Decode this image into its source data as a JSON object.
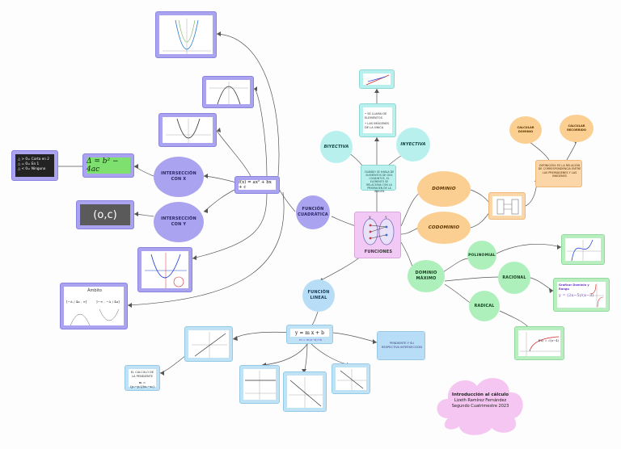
{
  "central": {
    "title": "FUNCIONES"
  },
  "left_branch": {
    "funcion_cuadratica": "FUNCIÓN CUADRÁTICA",
    "quadratic_formula": "f(x) = ax² + bx + c",
    "interseccion_x": "INTERSECCIÓN CON X",
    "interseccion_y": "INTERSECCIÓN CON Y",
    "discriminant": "Δ = b² − 4ac",
    "discriminant_cases": [
      "△ > 0= Corta en 2",
      "△ = 0= En 1",
      "△ < 0= Ninguno"
    ],
    "intercept_point": "(o,c)",
    "ambito_title": "Ámbito",
    "ambito_left": "[−Δ / 4a , ∞[",
    "ambito_right": "]−∞ , −Δ / 4a]"
  },
  "lineal_branch": {
    "funcion_lineal": "FUNCIÓN LINEAL",
    "linear_formula": "y = m x + b",
    "linear_sub": "m = m(x−b)+b",
    "pendiente_note": "PENDIENTE Y SU RESPECTIVA INTERSECCIÓN",
    "slope_title": "EL CALCULO DE LA PENDIENTE",
    "slope_formula": "m = (y₂−y₁)/(x₂−x₁)"
  },
  "top_branch": {
    "biyectiva_box": "CUANDO SE HABLA DE ELEMENTOS DE DOS CONJUNTOS, EL ELEMENTO SE RELACIONA CON LA PREIMAGEN DE LA IMAGEN",
    "concepts_box": [
      "• SE LLAMA DE ELEMENTOS",
      "• LAS IMÁGENES DE LA ÚNICA"
    ],
    "biyectiva": "BIYECTIVA",
    "inyectiva": "INYECTIVA"
  },
  "right_branch": {
    "dominio": "DOMINIO",
    "codominio": "CODOMINIO",
    "definition_box": "DEFINICIÓN: ES LA RELACIÓN DE CORRESPONDENCIA ENTRE LAS PREIMÁGENES Y LAS IMÁGENES",
    "calcular_dominio": "CALCULAR DOMINIO",
    "calcular_recorrido": "CALCULAR RECORRIDO",
    "dominio_maximo": "DOMINIO MÁXIMO",
    "polinomial": "POLINOMIAL",
    "racional": "RACIONAL",
    "radical": "RADICAL",
    "racional_card_title": "Graficar Dominio y Rango",
    "racional_card_formula": "y = (2x−5)/(x−3)",
    "radical_card_formula": "f(x) = √(x−4)"
  },
  "footer": {
    "lines": [
      "Introducción al cálculo",
      "Lizeth Ramírez Fernández",
      "Segundo Cuatrimestre 2023"
    ]
  },
  "colors": {
    "purple": "#a9a3f0",
    "green": "#aef0bb",
    "cyan": "#b8f0ee",
    "orange": "#fbcf91",
    "blue": "#b8def7",
    "pink_cloud": "#f5c6f1",
    "discriminant_green": "#7ee06f"
  }
}
